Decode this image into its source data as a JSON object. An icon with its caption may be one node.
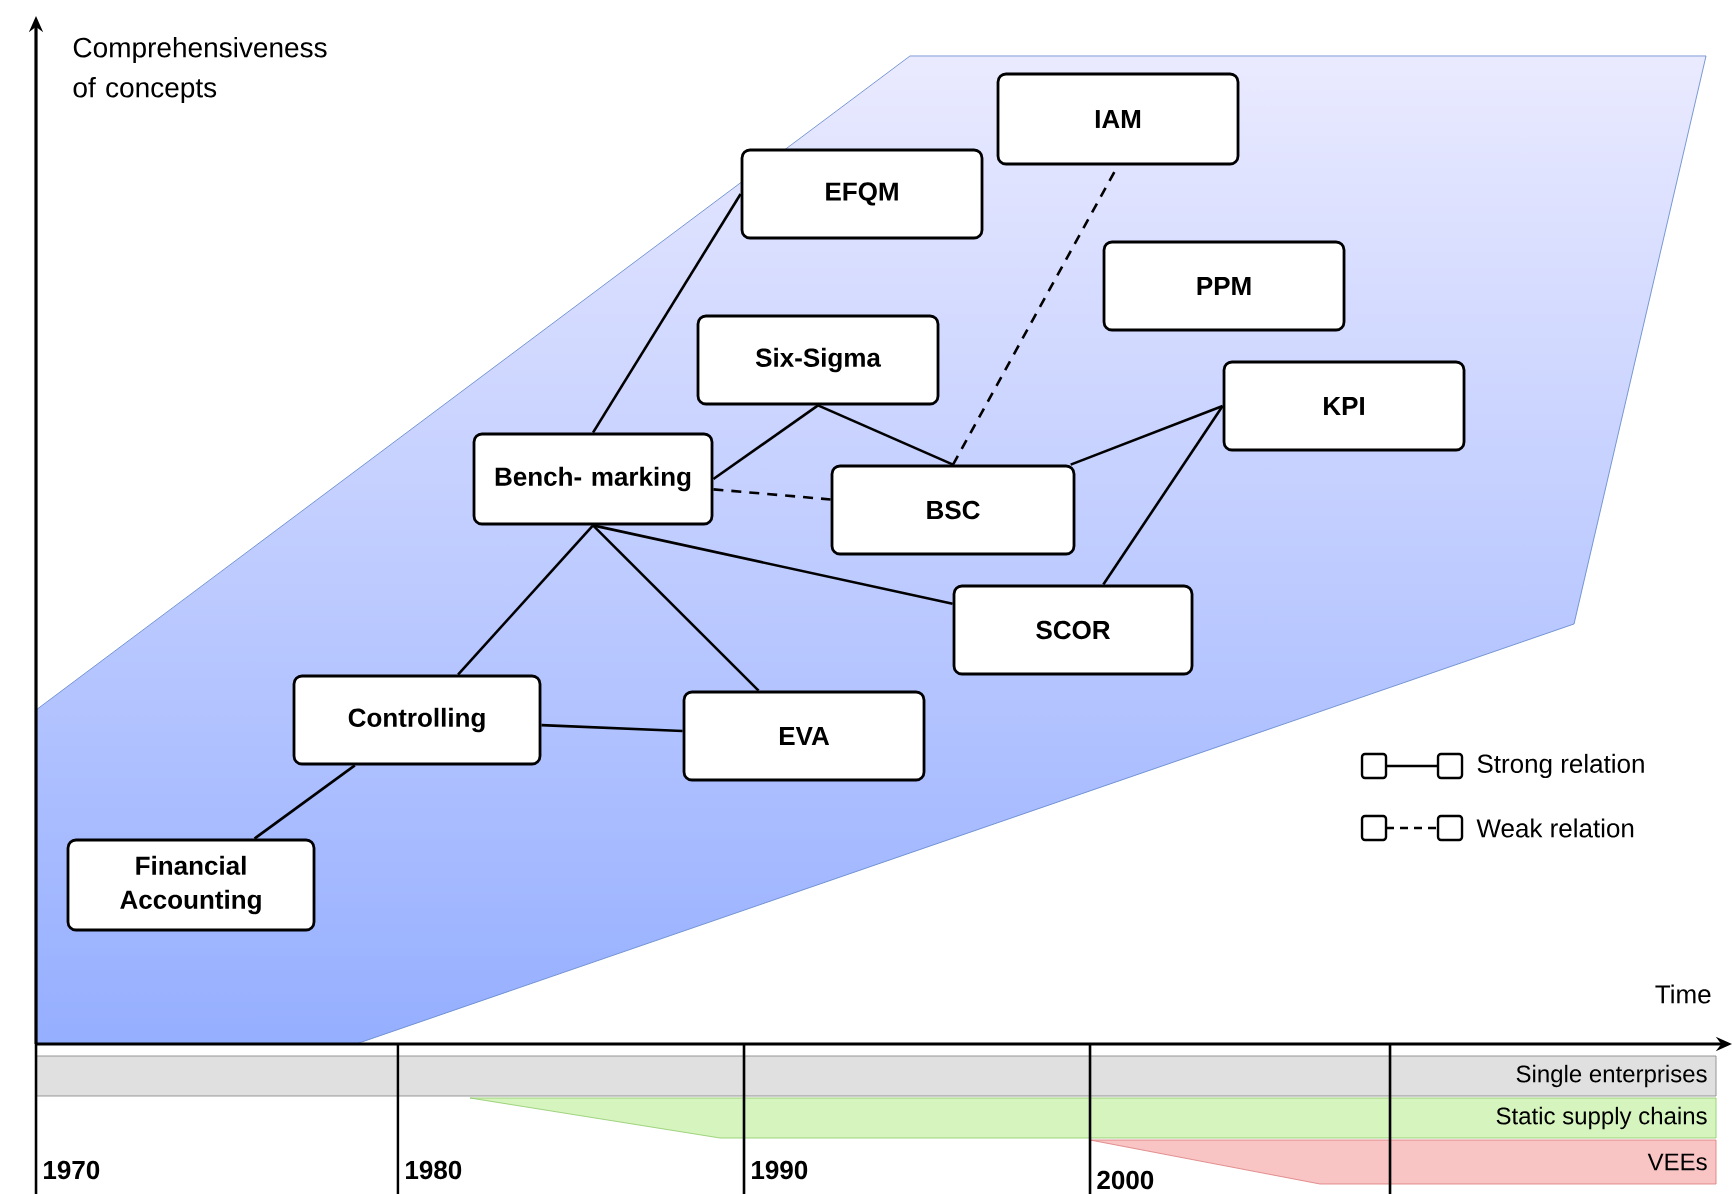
{
  "diagram": {
    "nodes": [
      {
        "text": [
          "Financial Accounting"
        ]
      },
      {
        "text": [
          "Controlling"
        ]
      },
      {
        "text": [
          "EVA"
        ]
      },
      {
        "text": [
          "Bench- marking"
        ]
      },
      {
        "text": [
          "Six-Sigma"
        ]
      },
      {
        "text": [
          "EFQM"
        ]
      },
      {
        "text": [
          "BSC"
        ]
      },
      {
        "text": [
          "IAM"
        ]
      },
      {
        "text": [
          "PPM"
        ]
      },
      {
        "text": [
          "KPI"
        ]
      },
      {
        "text": [
          "SCOR"
        ]
      },
      {
        "text": [
          "Single enterprises"
        ]
      },
      {
        "text": [
          "Static supply chains"
        ]
      },
      {
        "text": [
          "VEEs"
        ]
      }
    ],
    "edges": [
      {
        "from": 0,
        "to": 1,
        "arrow": "none"
      },
      {
        "from": 1,
        "to": 3,
        "arrow": "none"
      },
      {
        "from": 1,
        "to": 2,
        "arrow": "none"
      },
      {
        "from": 3,
        "to": 2,
        "arrow": "none"
      },
      {
        "from": 3,
        "to": 5,
        "arrow": "none"
      },
      {
        "from": 3,
        "to": 4,
        "arrow": "none"
      },
      {
        "from": 3,
        "to": 10,
        "arrow": "none"
      },
      {
        "from": 4,
        "to": 6,
        "arrow": "none"
      },
      {
        "from": 3,
        "to": 6,
        "arrow": "none",
        "style": "dashed"
      },
      {
        "from": 6,
        "to": 7,
        "arrow": "none",
        "style": "dashed"
      },
      {
        "from": 6,
        "to": 9,
        "arrow": "none"
      },
      {
        "from": 10,
        "to": 9,
        "arrow": "none"
      }
    ],
    "labels": [
      "Comprehensiveness of concepts",
      "Time",
      "1970",
      "1980",
      "1990",
      "2000"
    ],
    "legend": [
      {
        "text": "Strong relation"
      },
      {
        "text": "Weak relation"
      }
    ]
  }
}
